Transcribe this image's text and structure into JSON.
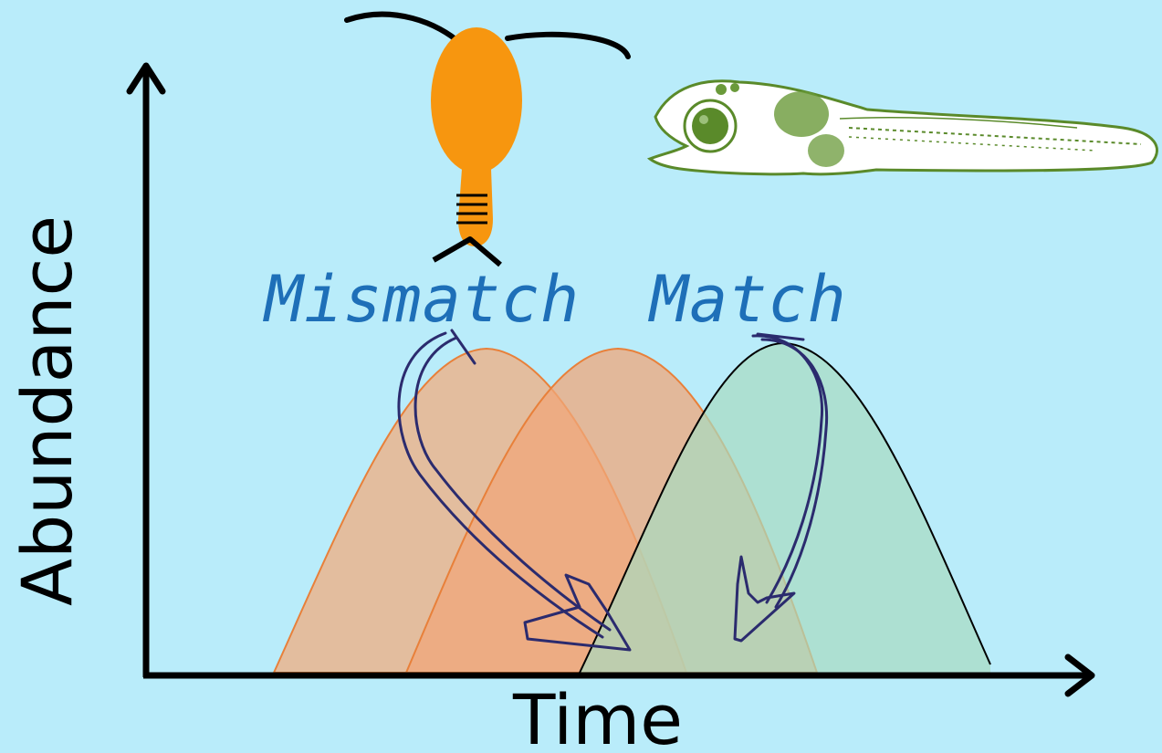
{
  "axes": {
    "x_label": "Time",
    "y_label": "Abundance"
  },
  "annotations": {
    "mismatch": "Mismatch",
    "match": "Match"
  },
  "icons": {
    "copepod": "copepod-icon",
    "fish_larva": "fish-larva-icon"
  },
  "colors": {
    "background": "#b9ecfa",
    "copepod_body": "#f7960f",
    "fish_outline": "#5a8a2a",
    "curve_early": "#e8b893",
    "curve_mid": "#f0a77a",
    "curve_late": "#b2dfc8",
    "label_blue": "#1e6fb8",
    "arrow_navy": "#2b2b6e"
  }
}
